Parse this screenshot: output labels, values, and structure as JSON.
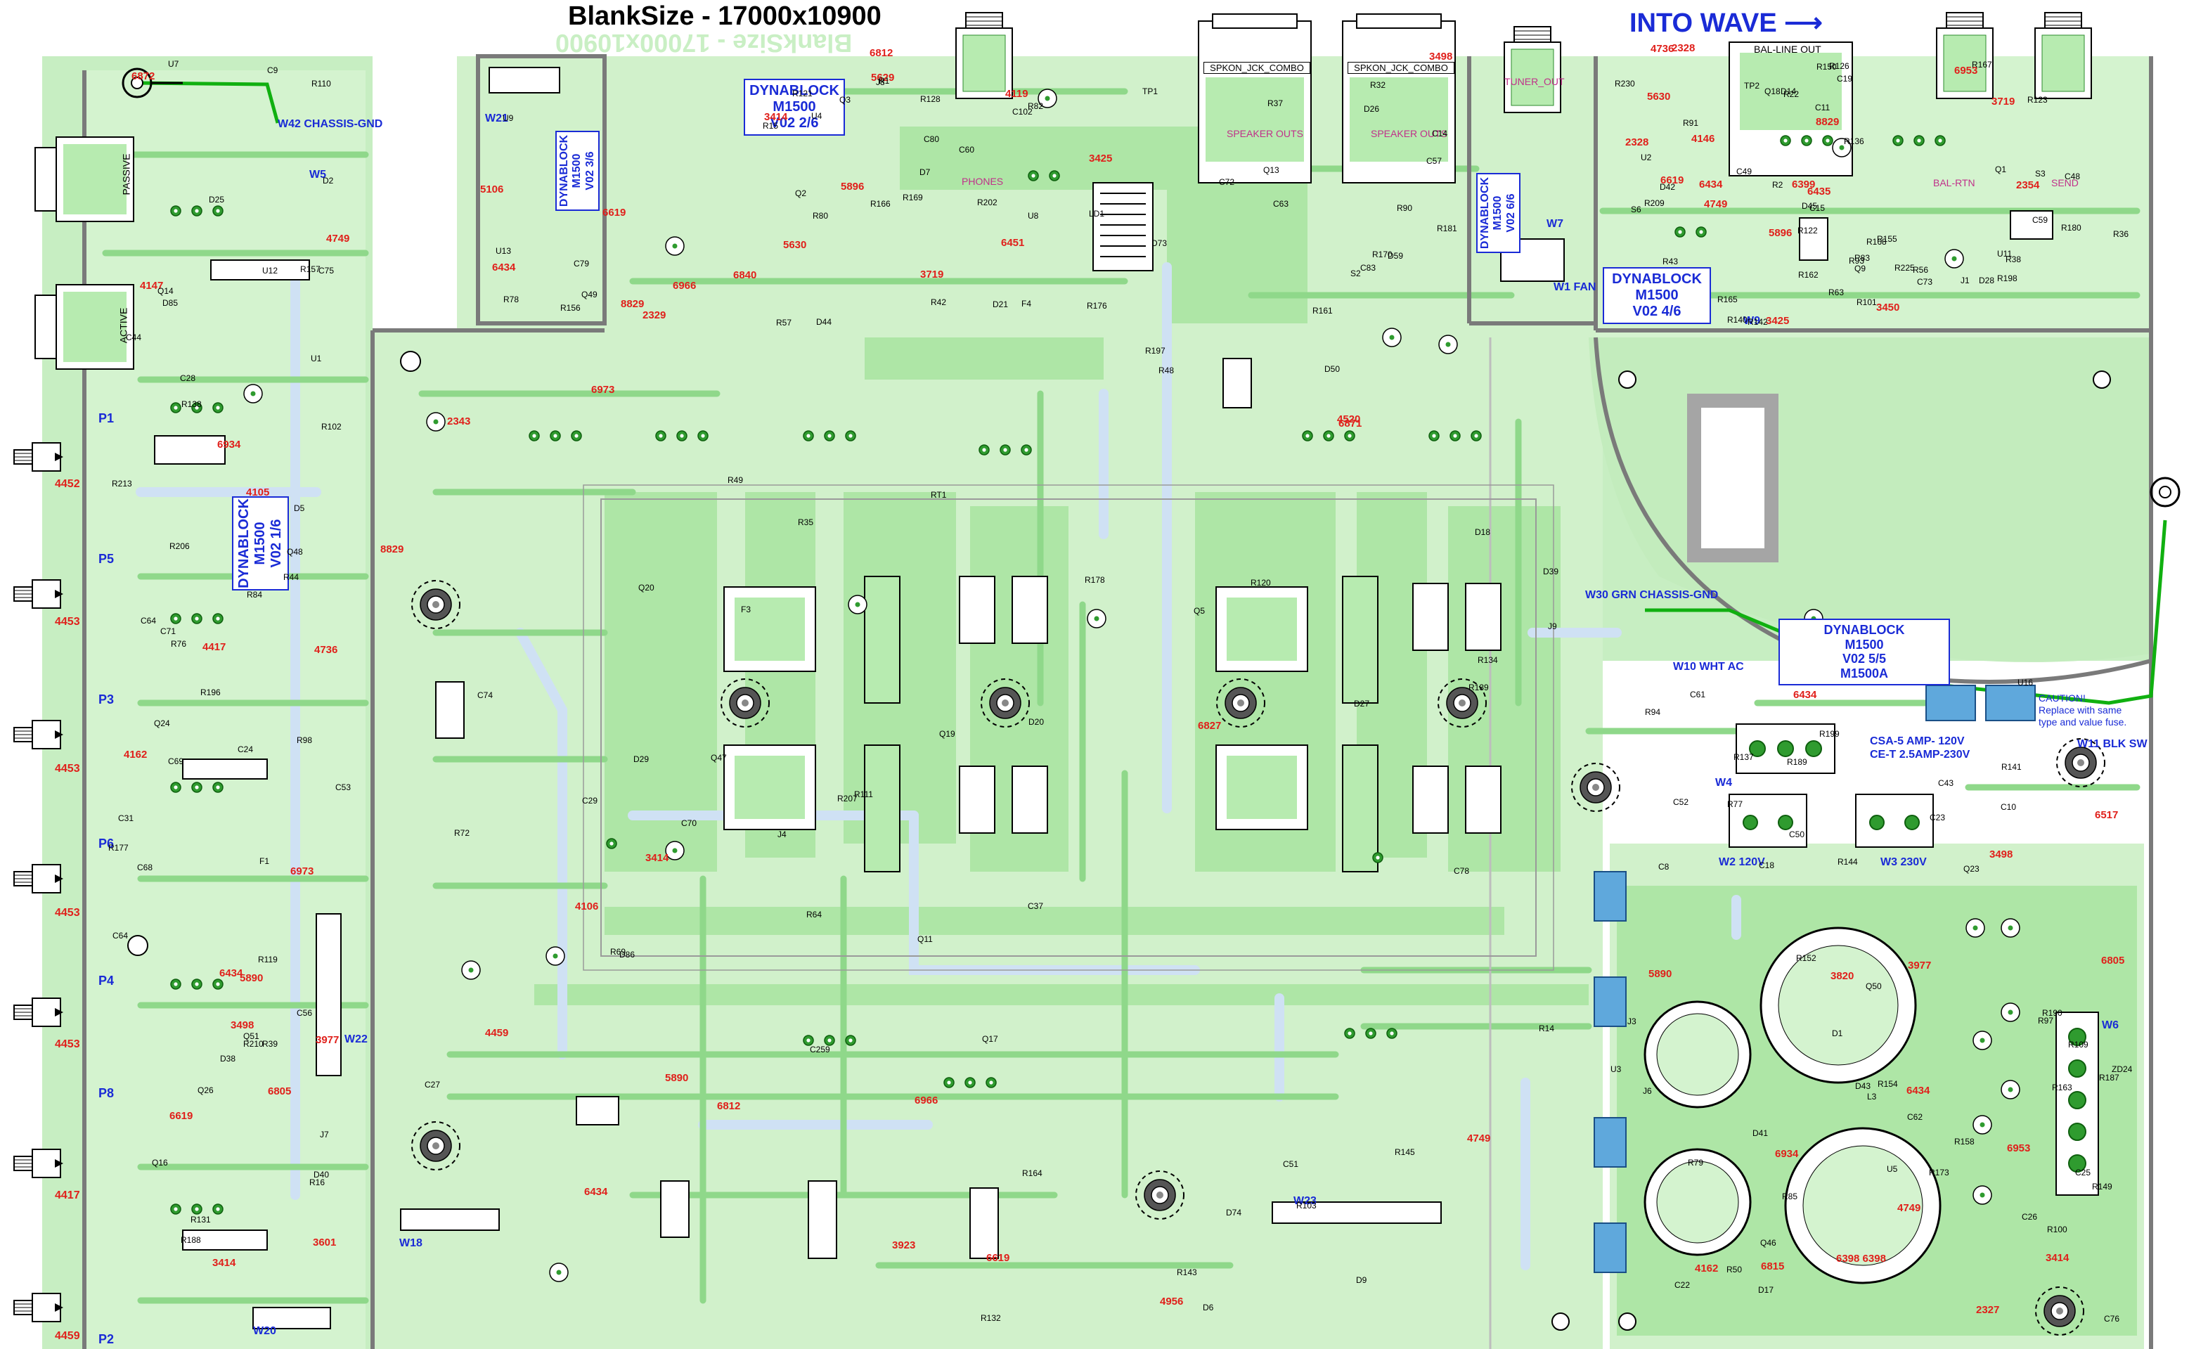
{
  "header": {
    "title": "BlankSize - 17000x10900",
    "mirror_title": "BlankSize - 17000x10900",
    "into_wave": "INTO WAVE"
  },
  "colors": {
    "copper": "#b7ebb0",
    "copper_dark": "#8fd88a",
    "pad": "#2e8b2e",
    "trace_blue": "#cfdff3",
    "label_blue": "#1a2bd6",
    "value_red": "#e0201b",
    "outline": "#000000",
    "ground_wire": "#10b010"
  },
  "panels": {
    "m1500_v02_16": [
      "DYNABLOCK",
      "M1500",
      "V02 1/6"
    ],
    "m1500_v02_26": [
      "DYNABLOCK",
      "M1500",
      "V02 2/6"
    ],
    "m1500_v02_46": [
      "DYNABLOCK",
      "M1500",
      "V02 4/6"
    ],
    "m1500_v02_55": [
      "DYNABLOCK",
      "M1500",
      "V02 5/5",
      "M1500A"
    ],
    "m1500_v02_36": [
      "DYNABLOCK",
      "M1500",
      "V02 3/6"
    ],
    "m1500_v02_66": [
      "DYNABLOCK",
      "M1500",
      "V02 6/6"
    ]
  },
  "caution": [
    "CAUTION!",
    "Replace with same",
    "type and value fuse."
  ],
  "fuse_note": [
    "CSA-5 AMP- 120V",
    "CE-T 2.5AMP-230V"
  ],
  "connectors": {
    "jacks_top": [
      "PHONES",
      "TUNER_OUT",
      "BAL-LINE OUT",
      "BAL-RTN",
      "SEND"
    ],
    "speakers": [
      "SPKON_JCK_COMBO",
      "SPKON_JCK_COMBO"
    ],
    "speaker_caption": "SPEAKER OUTS",
    "inputs": [
      "PASSIVE",
      "ACTIVE"
    ],
    "pots": [
      "P1",
      "P5",
      "P3",
      "P6",
      "P4",
      "P8",
      "P2"
    ],
    "pot_codes": [
      "4452",
      "4453",
      "4453",
      "4453",
      "4453",
      "4417",
      "4459"
    ]
  },
  "wires": [
    "W42 CHASSIS-GND",
    "W5",
    "W21",
    "W7",
    "W1 FAN",
    "W9",
    "W30 GRN CHASSIS-GND",
    "W10 WHT AC",
    "W11 BLK SW",
    "W4",
    "W2 120V",
    "W3 230V",
    "W6",
    "W18",
    "W20",
    "W22",
    "W23"
  ],
  "parts_red": [
    "3601",
    "2343",
    "4119",
    "6399",
    "6398 6398",
    "4105",
    "4106",
    "5630",
    "3450",
    "6517",
    "6973",
    "6973",
    "3498",
    "2354",
    "3820",
    "4736",
    "3923",
    "3425",
    "3425",
    "3498",
    "3498",
    "4956",
    "5629",
    "2328",
    "6934",
    "6934",
    "8829",
    "8829",
    "8829",
    "6805",
    "6805",
    "6812",
    "6812",
    "4749",
    "4749",
    "4749",
    "4749",
    "3719",
    "3719",
    "3977",
    "3977",
    "6966",
    "6966",
    "6953",
    "6953",
    "6619",
    "6619",
    "6619",
    "6619",
    "6815",
    "6872",
    "6871",
    "6451",
    "6435",
    "3414",
    "3414",
    "3414",
    "3414",
    "4146",
    "4162",
    "4162",
    "4520",
    "5106",
    "5630",
    "5890",
    "5890",
    "5890",
    "5896",
    "5896",
    "6434",
    "6434",
    "6434",
    "6434",
    "6434",
    "6434",
    "4147",
    "6827",
    "2329",
    "2328",
    "2327",
    "4417",
    "4459",
    "6840",
    "4736"
  ],
  "parts_black": [
    "R82",
    "R83",
    "R77",
    "R76",
    "D29",
    "Q13",
    "S3",
    "C76",
    "R131",
    "R134",
    "LD1",
    "Q9",
    "R109",
    "R110",
    "R111",
    "R42",
    "R43",
    "R50",
    "C44",
    "Q11",
    "R161",
    "R162",
    "L3",
    "R44",
    "R49",
    "J8",
    "J1",
    "J3",
    "J7",
    "J4",
    "S2",
    "S6",
    "J6",
    "U12",
    "J9",
    "Q3",
    "C73",
    "R85",
    "C31",
    "R64",
    "R57",
    "U2",
    "U3",
    "R119",
    "R120",
    "R121",
    "R122",
    "C26",
    "C71",
    "C37",
    "R181",
    "R180",
    "U5",
    "R177",
    "R178",
    "R176",
    "C11",
    "C43",
    "U1",
    "R14",
    "R15",
    "C15",
    "C8",
    "R16",
    "R69",
    "C14",
    "C19",
    "R79",
    "C69",
    "R72",
    "R32",
    "R22",
    "C18",
    "R84",
    "R132",
    "R169",
    "R167",
    "C52",
    "C9",
    "C259",
    "R80",
    "R63",
    "C22",
    "R206",
    "R207",
    "D26",
    "Q18",
    "R158",
    "C53",
    "D27",
    "C60",
    "R140",
    "R141",
    "R157",
    "R139",
    "C63",
    "C48",
    "R152",
    "U7",
    "R143",
    "R128",
    "R126",
    "C25",
    "R138",
    "RT1",
    "U4",
    "C49",
    "C23",
    "C24",
    "Q20",
    "C83",
    "R123",
    "Q23",
    "Q14",
    "Q19",
    "C80",
    "R155",
    "R144",
    "R213",
    "C27",
    "U13",
    "R93",
    "R94",
    "C28",
    "C29",
    "R90",
    "R91",
    "R97",
    "R98",
    "D74",
    "R37",
    "R36",
    "ZD24",
    "R210",
    "D86",
    "C72",
    "R209",
    "Q46",
    "Q48",
    "Q47",
    "Q49",
    "R198",
    "R199",
    "R196",
    "R197",
    "Q2",
    "Q1",
    "Q50",
    "Q51",
    "Q5",
    "U9",
    "U11",
    "D1",
    "D2",
    "D6",
    "D7",
    "R101",
    "R100",
    "R102",
    "R103",
    "TP1",
    "TP2",
    "C61",
    "F1",
    "F3",
    "F4",
    "C59",
    "C62",
    "C68",
    "C70",
    "D59",
    "D42",
    "D43",
    "D40",
    "D50",
    "D44",
    "D45",
    "D41",
    "D38",
    "D39",
    "R166",
    "R165",
    "R163",
    "C64",
    "R164",
    "R1",
    "R2",
    "R189",
    "R188",
    "D20",
    "D21",
    "D14",
    "C50",
    "C56",
    "C51",
    "C57",
    "R225",
    "R154",
    "D85",
    "C78",
    "D73",
    "R38",
    "D17",
    "R39",
    "D18",
    "C79",
    "D28",
    "R187",
    "D25",
    "R145",
    "R156",
    "R142",
    "R149",
    "Q16",
    "Q17",
    "R202",
    "R230",
    "R190",
    "D5",
    "D9",
    "C102",
    "R150",
    "U16",
    "Q24",
    "R48",
    "R78",
    "R56",
    "C10",
    "Q26",
    "R35",
    "U8",
    "R136",
    "R137",
    "C75",
    "C74",
    "R170",
    "R168",
    "R173",
    "C64"
  ]
}
